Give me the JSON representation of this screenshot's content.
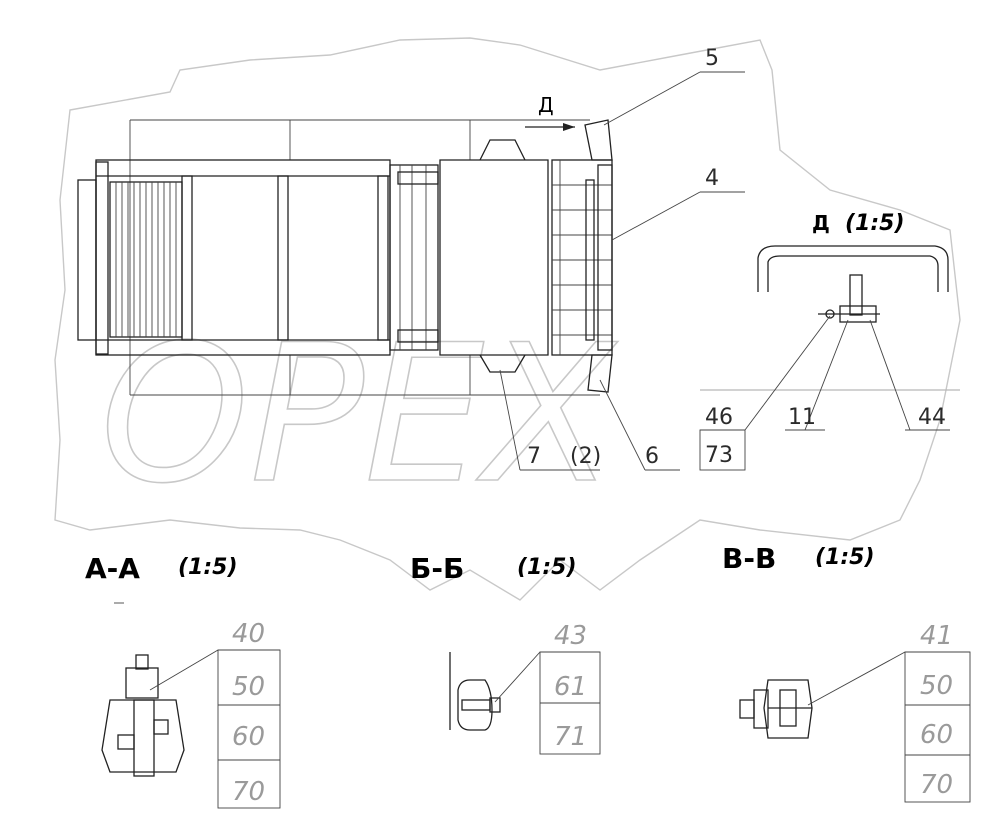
{
  "watermark": "ОРЕХ",
  "view_marker": {
    "letter": "Д"
  },
  "detail_d": {
    "title": "Д",
    "scale": "(1:5)"
  },
  "main_callouts": [
    "5",
    "4",
    "7",
    "(2)",
    "6"
  ],
  "detail_callouts": [
    "46",
    "11",
    "44",
    "73"
  ],
  "sections": [
    {
      "title": "А-А",
      "scale": "(1:5)",
      "callouts": [
        "40",
        "50",
        "60",
        "70"
      ]
    },
    {
      "title": "Б-Б",
      "scale": "(1:5)",
      "callouts": [
        "43",
        "61",
        "71"
      ]
    },
    {
      "title": "В-В",
      "scale": "(1:5)",
      "callouts": [
        "41",
        "50",
        "60",
        "70"
      ]
    }
  ]
}
